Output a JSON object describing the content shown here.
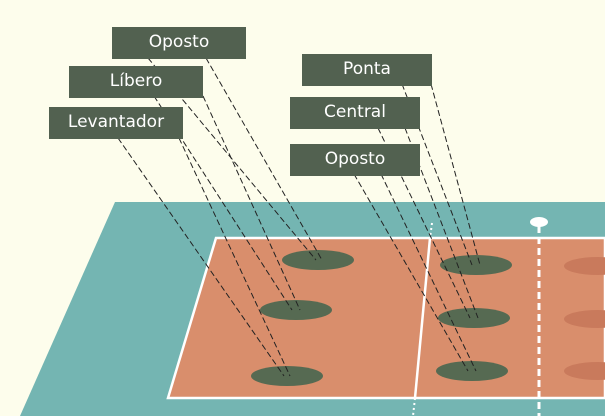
{
  "colors": {
    "background": "#fdfdec",
    "outer_court": "#74b5b2",
    "inner_court": "#d98e6c",
    "court_lines": "#ffffff",
    "player_marker": "#566a52",
    "opponent_marker": "#c97a5c",
    "label_box": "#526150",
    "label_text": "#ffffff",
    "leader_line": "#222222"
  },
  "labels": {
    "left": [
      {
        "text": "Oposto"
      },
      {
        "text": "Líbero"
      },
      {
        "text": "Levantador"
      }
    ],
    "right": [
      {
        "text": "Ponta"
      },
      {
        "text": "Central"
      },
      {
        "text": "Oposto"
      }
    ]
  }
}
